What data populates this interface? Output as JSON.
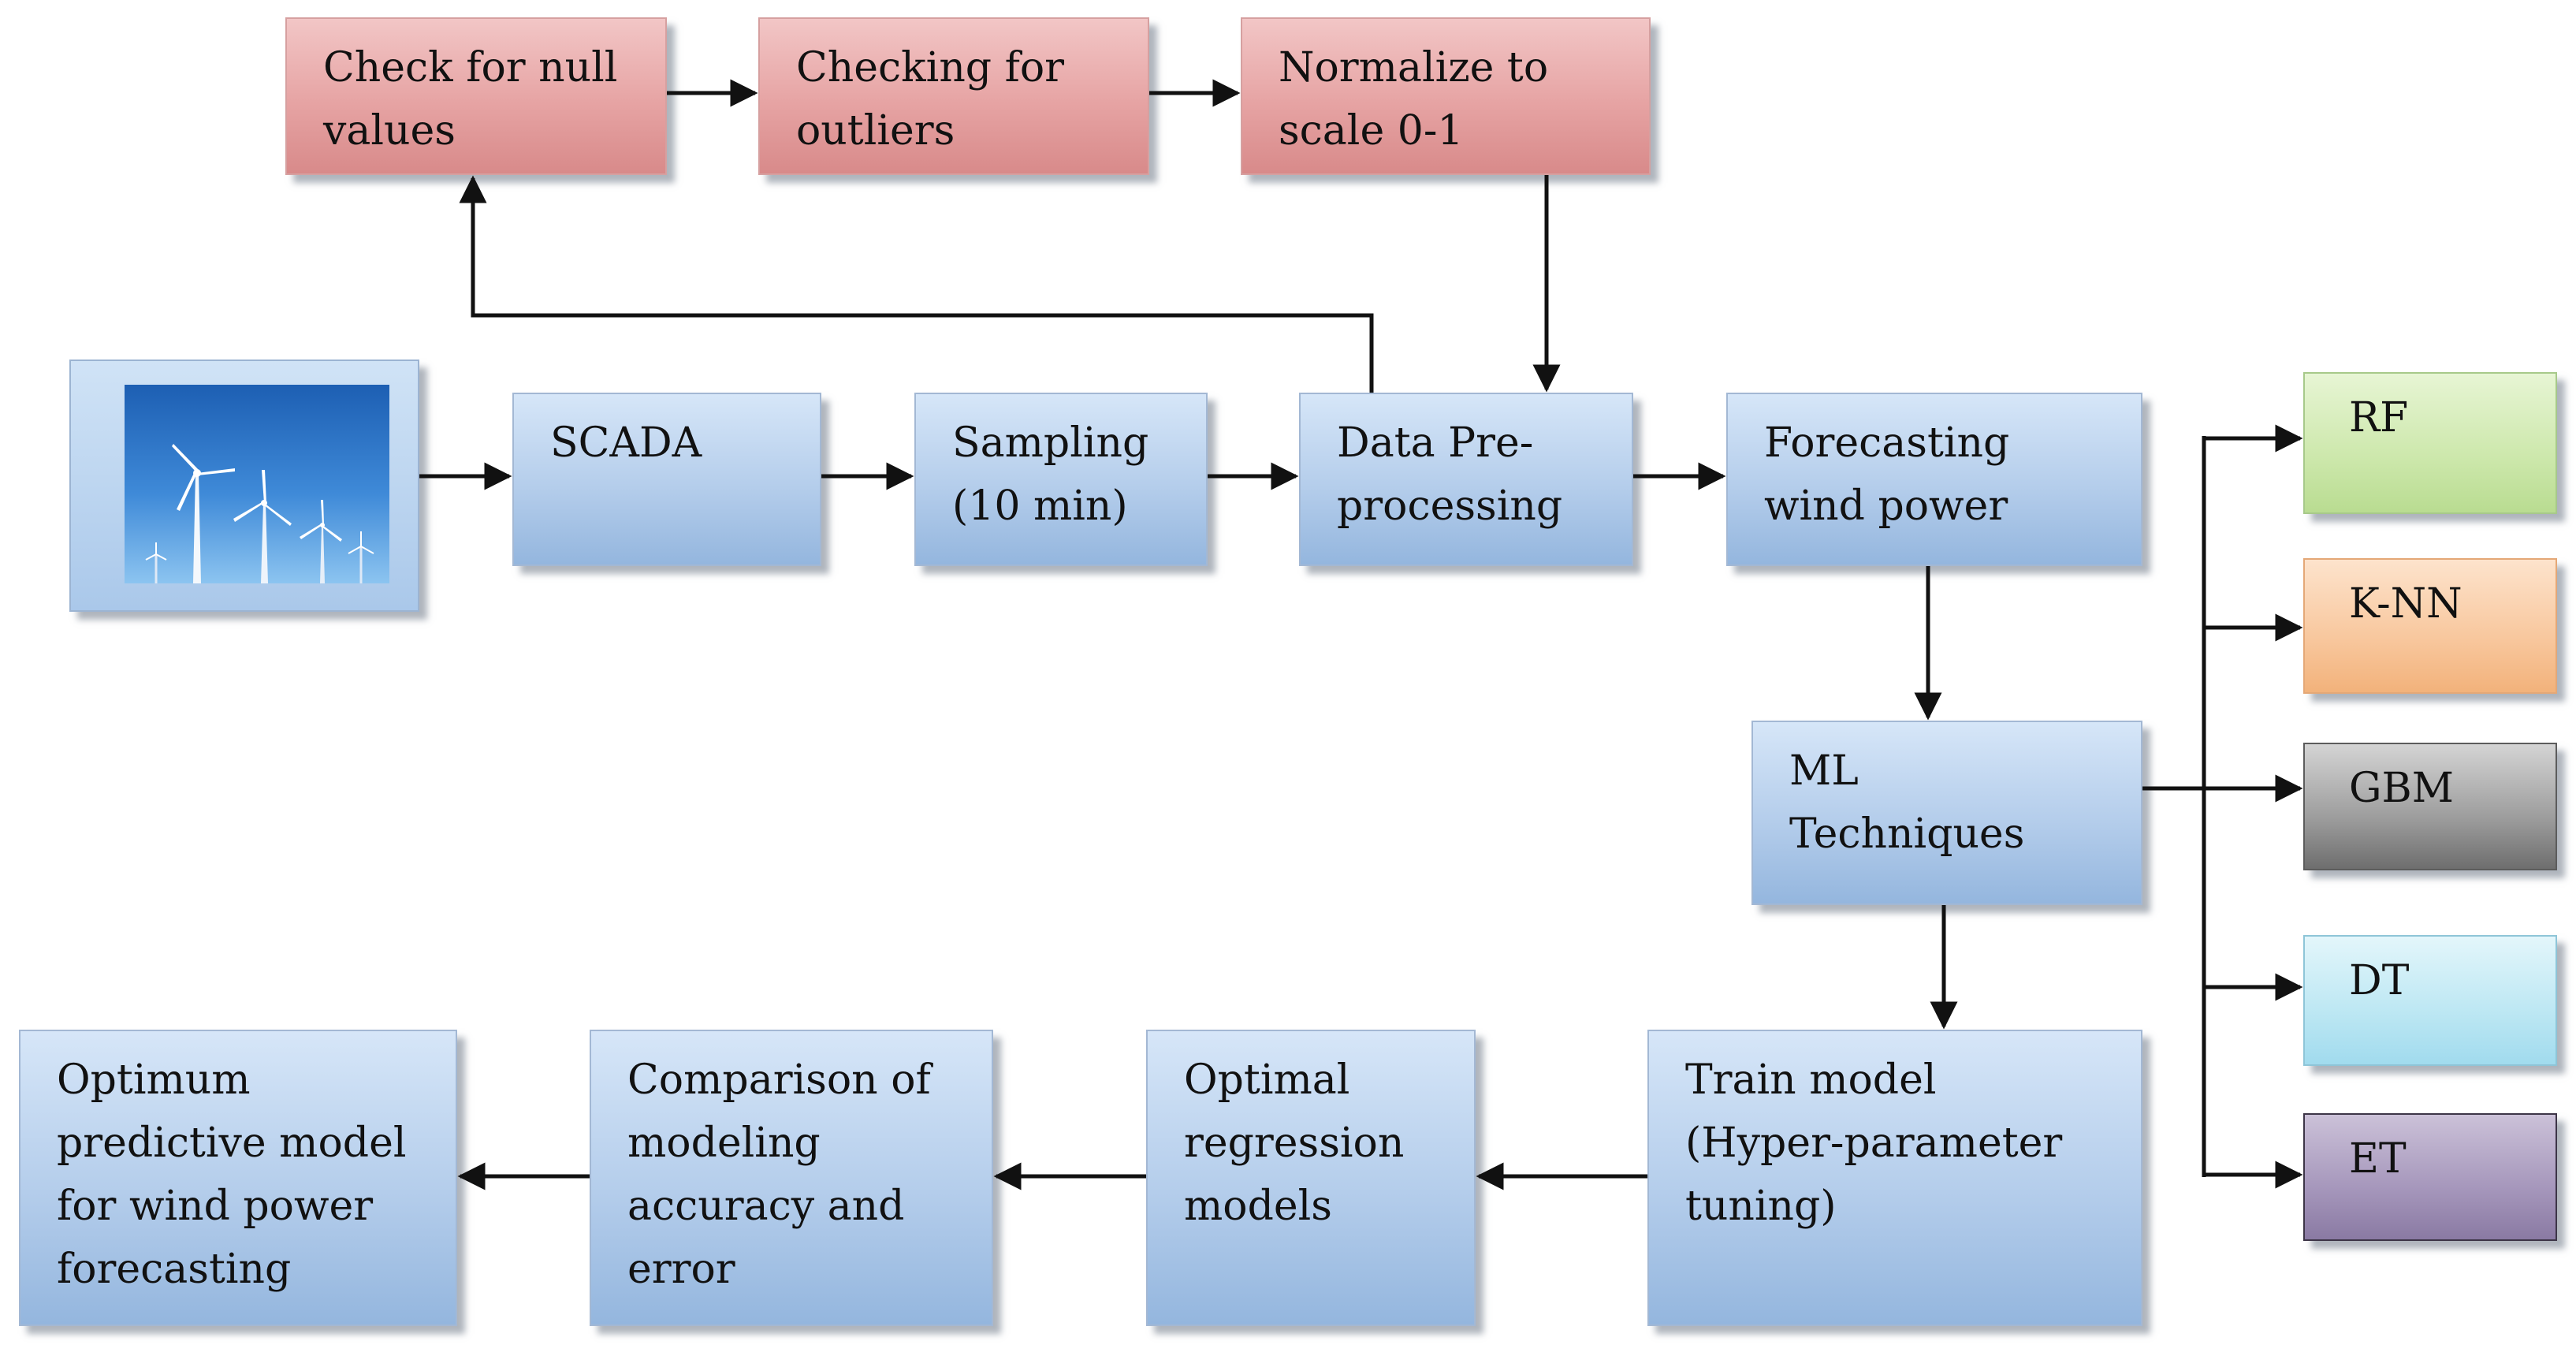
{
  "preprocessing": {
    "null_check": "Check for null\nvalues",
    "outliers": "Checking for\noutliers",
    "normalize": "Normalize to\nscale 0-1"
  },
  "pipeline": {
    "scada": "SCADA",
    "sampling": "Sampling\n(10 min)",
    "data_preprocessing": "Data Pre-\nprocessing",
    "forecasting": "Forecasting\nwind power",
    "ml_techniques": "ML\nTechniques"
  },
  "models": {
    "rf": "RF",
    "knn": "K-NN",
    "gbm": "GBM",
    "dt": "DT",
    "et": "ET"
  },
  "results": {
    "train": "Train model\n(Hyper-parameter\ntuning)",
    "optimal": "Optimal\nregression\nmodels",
    "comparison": "Comparison of\nmodeling\naccuracy and\nerror",
    "optimum": "Optimum\npredictive model\nfor wind power\nforecasting"
  },
  "colors": {
    "process_blue": "#b4cdeb",
    "preprocess_red": "#e6a3a3",
    "rf_green": "#cde8ac",
    "knn_orange": "#f8c79d",
    "gbm_gray": "#9c9c9c",
    "dt_cyan": "#bce7f3",
    "et_purple": "#a596bb",
    "arrow": "#111111"
  },
  "icons": {
    "source_image": "wind-turbine-photo"
  }
}
